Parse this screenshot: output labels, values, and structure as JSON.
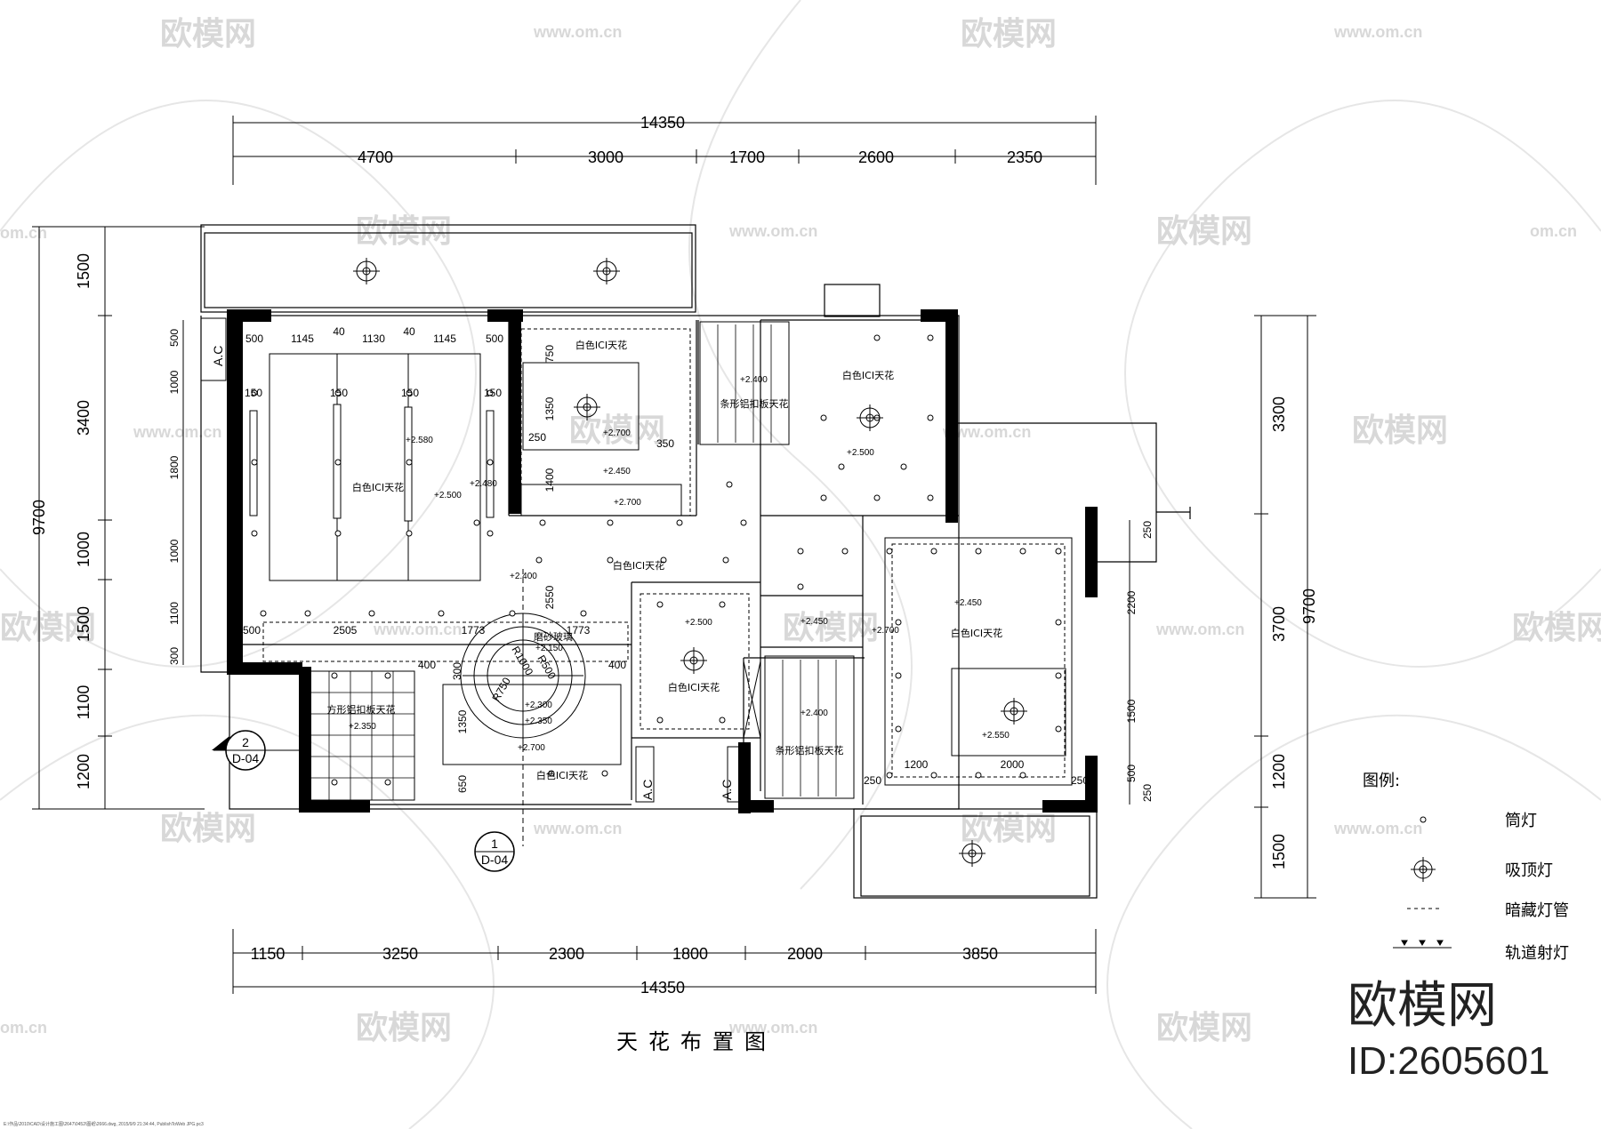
{
  "drawing_title": "天花布置图",
  "dims": {
    "top_total": "14350",
    "top_segments": [
      "4700",
      "3000",
      "1700",
      "2600",
      "2350"
    ],
    "bottom_segments": [
      "1150",
      "3250",
      "2300",
      "1800",
      "2000",
      "3850"
    ],
    "bottom_total": "14350",
    "left_total": "9700",
    "left_segments": [
      "1500",
      "3400",
      "1000",
      "1500",
      "1100",
      "1200"
    ],
    "left_inner": [
      "500",
      "1000",
      "1800",
      "1000",
      "1100",
      "300"
    ],
    "right_total": "9700",
    "right_segments": [
      "3300",
      "3700",
      "1200",
      "1500"
    ],
    "right_inner": [
      "250",
      "2200",
      "1500",
      "500",
      "250"
    ],
    "living_row": [
      "500",
      "1145",
      "40",
      "1130",
      "40",
      "1145",
      "500"
    ],
    "strip_widths": [
      "150",
      "150",
      "150",
      "150"
    ],
    "lower_row": [
      "500",
      "2505",
      "1773",
      "1773"
    ],
    "room_dims": [
      "750",
      "1350",
      "1400",
      "250",
      "350",
      "2550",
      "400",
      "400",
      "300",
      "1350",
      "650",
      "1200",
      "2000",
      "250",
      "250"
    ],
    "radii": [
      "R1000",
      "R500",
      "R750"
    ]
  },
  "rooms": {
    "white_ici": "白色ICI天花",
    "strip_alu": "条形铝扣板天花",
    "square_alu": "方形铝扣板天花",
    "frosted_glass": "磨砂玻璃",
    "ac": "A.C"
  },
  "levels": [
    "+2.400",
    "+2.580",
    "+2.480",
    "+2.500",
    "+2.700",
    "+2.450",
    "+2.500",
    "+2.400",
    "+2.450",
    "+2.550",
    "+2.700",
    "+2.350",
    "+2.300",
    "+2.150",
    "+2.500",
    "+2.400",
    "+2.450",
    "+2.700",
    "+2.350",
    "+2.700"
  ],
  "section_marks": [
    {
      "num": "2",
      "ref": "D-04"
    },
    {
      "num": "1",
      "ref": "D-04"
    }
  ],
  "legend": {
    "title": "图例:",
    "items": [
      {
        "icon": "downlight-icon",
        "label": "筒灯"
      },
      {
        "icon": "ceiling-lamp-icon",
        "label": "吸顶灯"
      },
      {
        "icon": "hidden-tube-icon",
        "label": "暗藏灯管"
      },
      {
        "icon": "track-spotlight-icon",
        "label": "轨道射灯"
      }
    ]
  },
  "watermark": {
    "brand": "欧模网",
    "url": "www.om.cn",
    "url_short": "om.cn",
    "id": "ID:2605601"
  },
  "footer_path": "E:\\作品\\2010\\CAD\\设计施工图\\2647\\0452\\图纸\\2666.dwg, 2015/9/9 21:34:44, PublishToWeb JPG.pc3"
}
